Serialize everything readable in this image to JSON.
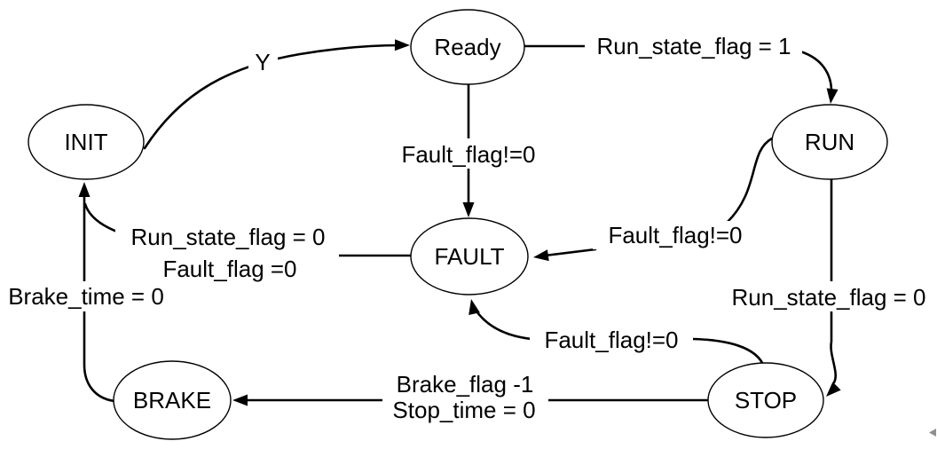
{
  "diagram": {
    "type": "state-machine",
    "colors": {
      "line": "#000000",
      "text": "#000000",
      "background": "#ffffff",
      "corner_chevron": "#8f8f8f"
    },
    "nodes": {
      "init": {
        "label": "INIT"
      },
      "ready": {
        "label": "Ready"
      },
      "run": {
        "label": "RUN"
      },
      "fault": {
        "label": "FAULT"
      },
      "brake": {
        "label": "BRAKE"
      },
      "stop": {
        "label": "STOP"
      }
    },
    "transitions": {
      "init_to_ready": {
        "from": "INIT",
        "to": "Ready",
        "label": "Y"
      },
      "ready_to_run": {
        "from": "Ready",
        "to": "RUN",
        "label": "Run_state_flag = 1"
      },
      "ready_to_fault": {
        "from": "Ready",
        "to": "FAULT",
        "label": "Fault_flag!=0"
      },
      "run_to_fault": {
        "from": "RUN",
        "to": "FAULT",
        "label": "Fault_flag!=0"
      },
      "run_to_stop": {
        "from": "RUN",
        "to": "STOP",
        "label": "Run_state_flag = 0"
      },
      "stop_to_fault": {
        "from": "STOP",
        "to": "FAULT",
        "label": "Fault_flag!=0"
      },
      "stop_to_brake": {
        "from": "STOP",
        "to": "BRAKE",
        "label_line1": "Brake_flag -1",
        "label_line2": "Stop_time = 0"
      },
      "fault_to_init": {
        "from": "FAULT",
        "to": "INIT",
        "label_line1": "Run_state_flag = 0",
        "label_line2": "Fault_flag =0"
      },
      "brake_to_init": {
        "from": "BRAKE",
        "to": "INIT",
        "label": "Brake_time = 0"
      }
    },
    "icons": {
      "corner_chevron": "left-chevron"
    }
  }
}
